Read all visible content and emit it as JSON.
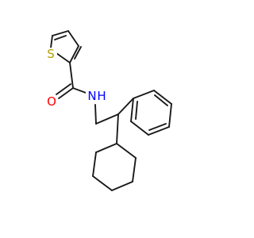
{
  "atom_labels": {
    "sulfur": "S",
    "oxygen": "O",
    "nitrogen": "N",
    "hydrogen": "H"
  },
  "colors": {
    "sulfur": "#b3a000",
    "oxygen": "#ff0000",
    "nitrogen": "#0000ff",
    "bond": "#1a1a1a",
    "background": "#ffffff"
  }
}
